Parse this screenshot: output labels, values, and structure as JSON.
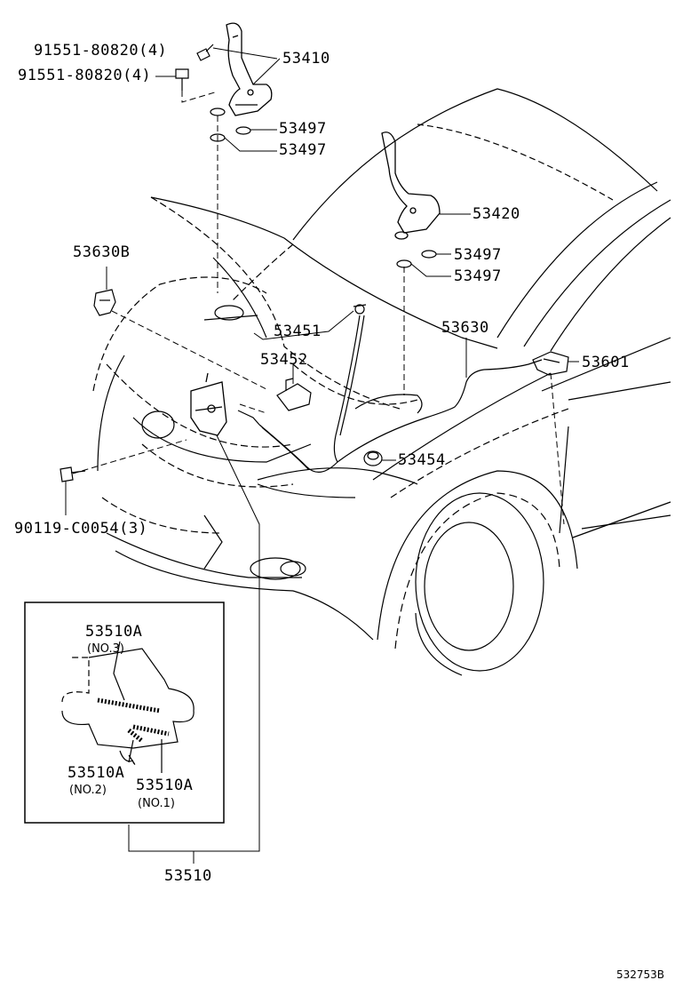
{
  "labels": {
    "bolt_upper": "91551-80820(4)",
    "bolt_lower": "91551-80820(4)",
    "hinge_left": "53410",
    "washer_left_a": "53497",
    "washer_left_b": "53497",
    "hinge_right": "53420",
    "washer_right_a": "53497",
    "washer_right_b": "53497",
    "clamp": "53630B",
    "rod": "53451",
    "rod_holder": "53452",
    "cable": "53630",
    "lever": "53601",
    "cushion": "53454",
    "screw": "90119-C0054(3)",
    "lock_assembly": "53510",
    "spring_no3": "53510A",
    "spring_no3_note": "(NO.3)",
    "spring_no2": "53510A",
    "spring_no2_note": "(NO.2)",
    "spring_no1": "53510A",
    "spring_no1_note": "(NO.1)",
    "figure_ref": "532753B"
  }
}
